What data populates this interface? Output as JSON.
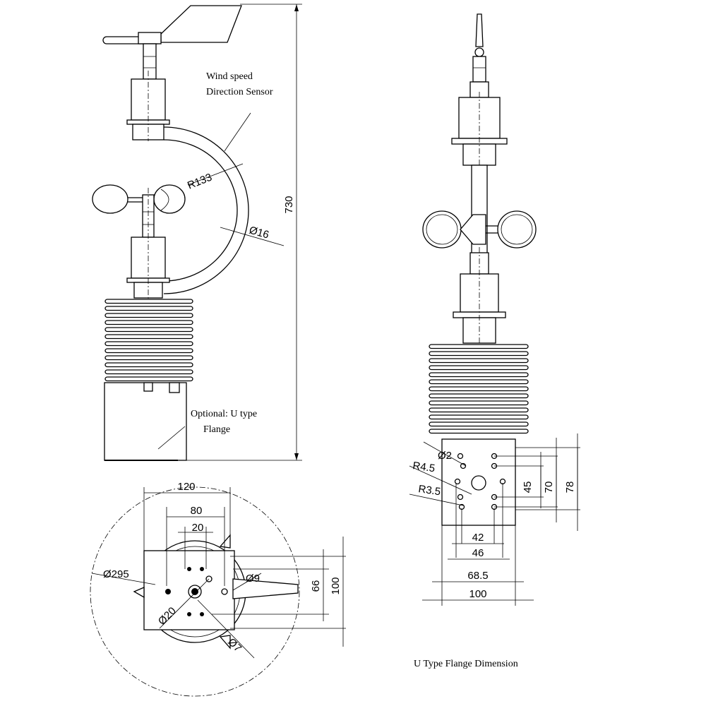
{
  "labels": {
    "wind_sensor_line1": "Wind speed",
    "wind_sensor_line2": "Direction Sensor",
    "flange_option_line1": "Optional: U type",
    "flange_option_line2": "Flange",
    "flange_caption": "U Type Flange Dimension"
  },
  "dimensions": {
    "total_height": "730",
    "bend_radius": "R133",
    "tube_diameter": "Ø16",
    "base_width_120": "120",
    "base_width_80": "80",
    "base_width_20": "20",
    "pole_diameter": "Ø295",
    "hole_9": "Ø9",
    "hole_20": "Ø20",
    "hole_7": "Ø7",
    "height_66": "66",
    "height_100": "100",
    "flange_hole": "Ø2",
    "radius_45": "R4.5",
    "radius_35": "R3.5",
    "flange_h45": "45",
    "flange_h70": "70",
    "flange_h78": "78",
    "flange_w42": "42",
    "flange_w46": "46",
    "flange_w685": "68.5",
    "flange_w100": "100"
  }
}
